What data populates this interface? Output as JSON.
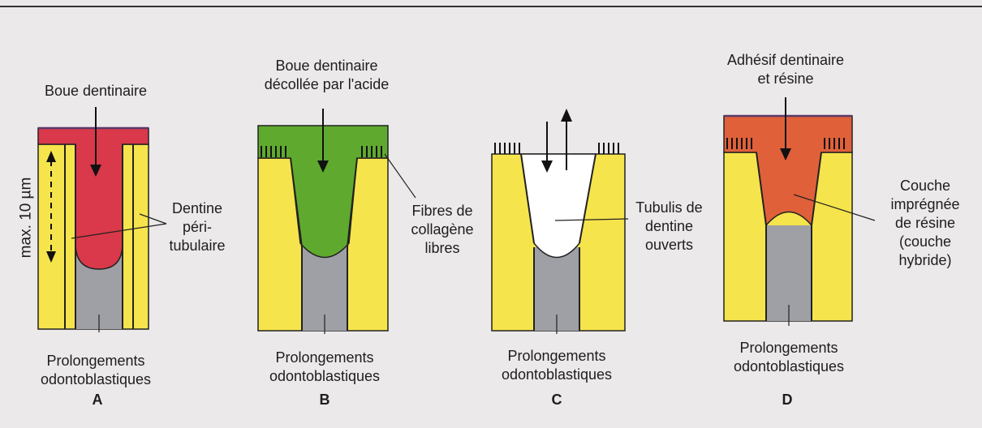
{
  "axis": {
    "scale_label": "max. 10 µm"
  },
  "panels": [
    {
      "letter": "A",
      "top_label": [
        "Boue dentinaire"
      ],
      "side_label": [
        "Dentine",
        "péri-",
        "tubulaire"
      ],
      "bottom_label": [
        "Prolongements",
        "odontoblastiques"
      ],
      "fill_color": "#d9394a"
    },
    {
      "letter": "B",
      "top_label": [
        "Boue dentinaire",
        "décollée par l'acide"
      ],
      "side_label": [
        "Fibres de",
        "collagène",
        "libres"
      ],
      "bottom_label": [
        "Prolongements",
        "odontoblastiques"
      ],
      "fill_color": "#5faa2e"
    },
    {
      "letter": "C",
      "top_label": [],
      "side_label": [
        "Tubulis de",
        "dentine",
        "ouverts"
      ],
      "bottom_label": [
        "Prolongements",
        "odontoblastiques"
      ],
      "fill_color": "#ffffff"
    },
    {
      "letter": "D",
      "top_label": [
        "Adhésif dentinaire",
        "et résine"
      ],
      "side_label": [
        "Couche",
        "imprégnée",
        "de résine",
        "(couche",
        "hybride)"
      ],
      "bottom_label": [
        "Prolongements",
        "odontoblastiques"
      ],
      "fill_color": "#e0603a"
    }
  ],
  "colors": {
    "dentin": "#f6e44c",
    "process": "#9fa0a5",
    "outline": "#222222",
    "top_edge": "#5a3a6a"
  }
}
